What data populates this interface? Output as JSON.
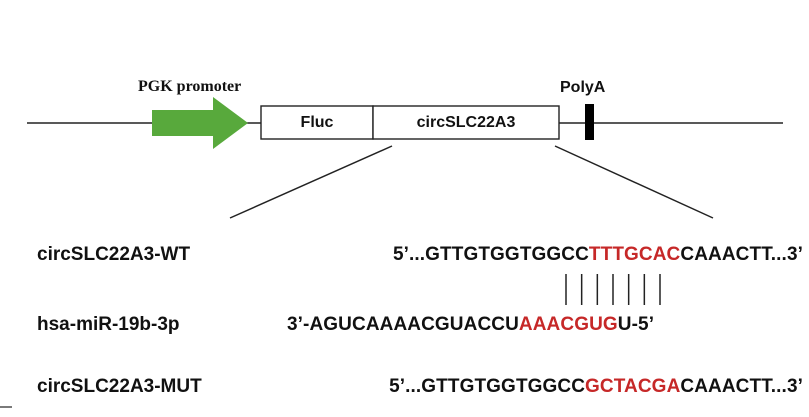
{
  "construct": {
    "promoter_label": "PGK promoter",
    "polya_label": "PolyA",
    "fluc_label": "Fluc",
    "insert_label": "circSLC22A3",
    "promoter_color": "#58a93c"
  },
  "sequences": [
    {
      "name": "circSLC22A3-WT",
      "prefix": "5’...GTTGTGGTGGCC",
      "site": "TTTGCAC",
      "suffix": "CAAACTT...3’"
    },
    {
      "name": "hsa-miR-19b-3p",
      "prefix": "3’-AGUCAAAACGUACCU",
      "site": "AAACGUG",
      "suffix": "U-5’"
    },
    {
      "name": "circSLC22A3-MUT",
      "prefix": "5’...GTTGTGGTGGCC",
      "site": "GCTACGA",
      "suffix": "CAAACTT...3’"
    }
  ],
  "highlight_color": "#c62828",
  "pairing_line_count": 7
}
